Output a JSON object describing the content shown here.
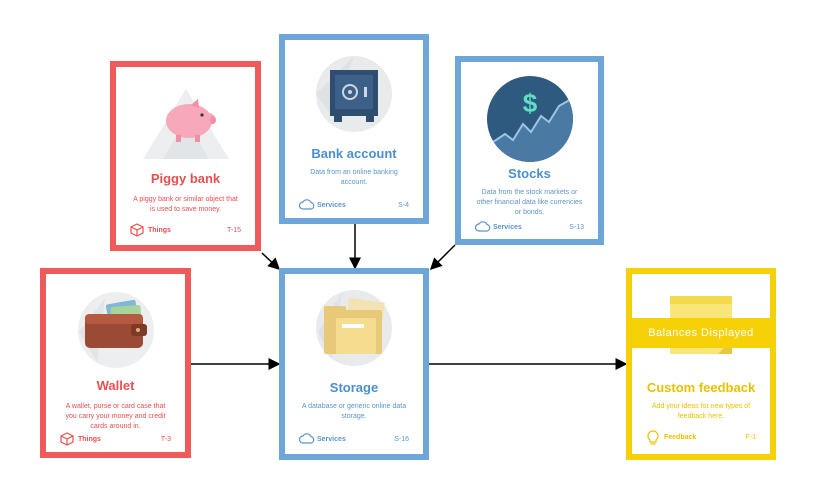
{
  "cards": {
    "piggy": {
      "title": "Piggy bank",
      "desc": "A piggy bank or similar object that is used to save money.",
      "category": "Things",
      "code": "T-15"
    },
    "bank": {
      "title": "Bank account",
      "desc": "Data from an online banking account.",
      "category": "Services",
      "code": "S-4"
    },
    "stocks": {
      "title": "Stocks",
      "desc": "Data from the stock markets or other financial data like currencies or bonds.",
      "category": "Services",
      "code": "S-13"
    },
    "wallet": {
      "title": "Wallet",
      "desc": "A wallet, purse or card case that you carry your money and credit cards around in.",
      "category": "Things",
      "code": "T-3"
    },
    "storage": {
      "title": "Storage",
      "desc": "A database or generic online data storage.",
      "category": "Services",
      "code": "S-16"
    },
    "feedback": {
      "title": "Custom feedback",
      "desc": "Add your ideas for new types of feedback here.",
      "category": "Feedback",
      "code": "F-1",
      "banner": "Balances Displayed"
    }
  },
  "colors": {
    "things": "#ef5a5a",
    "services": "#6fa6d8",
    "feedback": "#f7d108",
    "arrow": "#000000"
  },
  "icons": [
    "piggy-bank-icon",
    "safe-icon",
    "dollar-chart-icon",
    "wallet-icon",
    "folder-icon",
    "sticky-note-icon",
    "cube-icon",
    "cloud-icon",
    "lightbulb-icon"
  ]
}
